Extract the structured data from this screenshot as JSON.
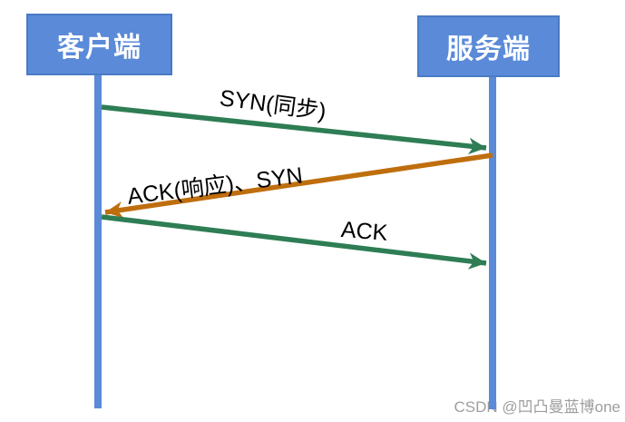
{
  "diagram": {
    "type": "sequence-diagram",
    "topic": "TCP three-way handshake",
    "actors": [
      {
        "id": "client",
        "label": "客户端"
      },
      {
        "id": "server",
        "label": "服务端"
      }
    ],
    "messages": [
      {
        "label": "SYN(同步)",
        "from": "client",
        "to": "server",
        "color": "#2e7d54"
      },
      {
        "label": "ACK(响应)、SYN",
        "from": "server",
        "to": "client",
        "color": "#bf6e0e"
      },
      {
        "label": "ACK",
        "from": "client",
        "to": "server",
        "color": "#2e7d54"
      }
    ],
    "colors": {
      "actor_fill": "#5a8ad8",
      "actor_border": "#4a7bc4",
      "lifeline": "#5a8ad8",
      "arrow_green": "#2e7d54",
      "arrow_orange": "#bf6e0e",
      "label_text": "#000000"
    }
  },
  "watermark": {
    "text": "CSDN @凹凸曼蓝博one"
  }
}
